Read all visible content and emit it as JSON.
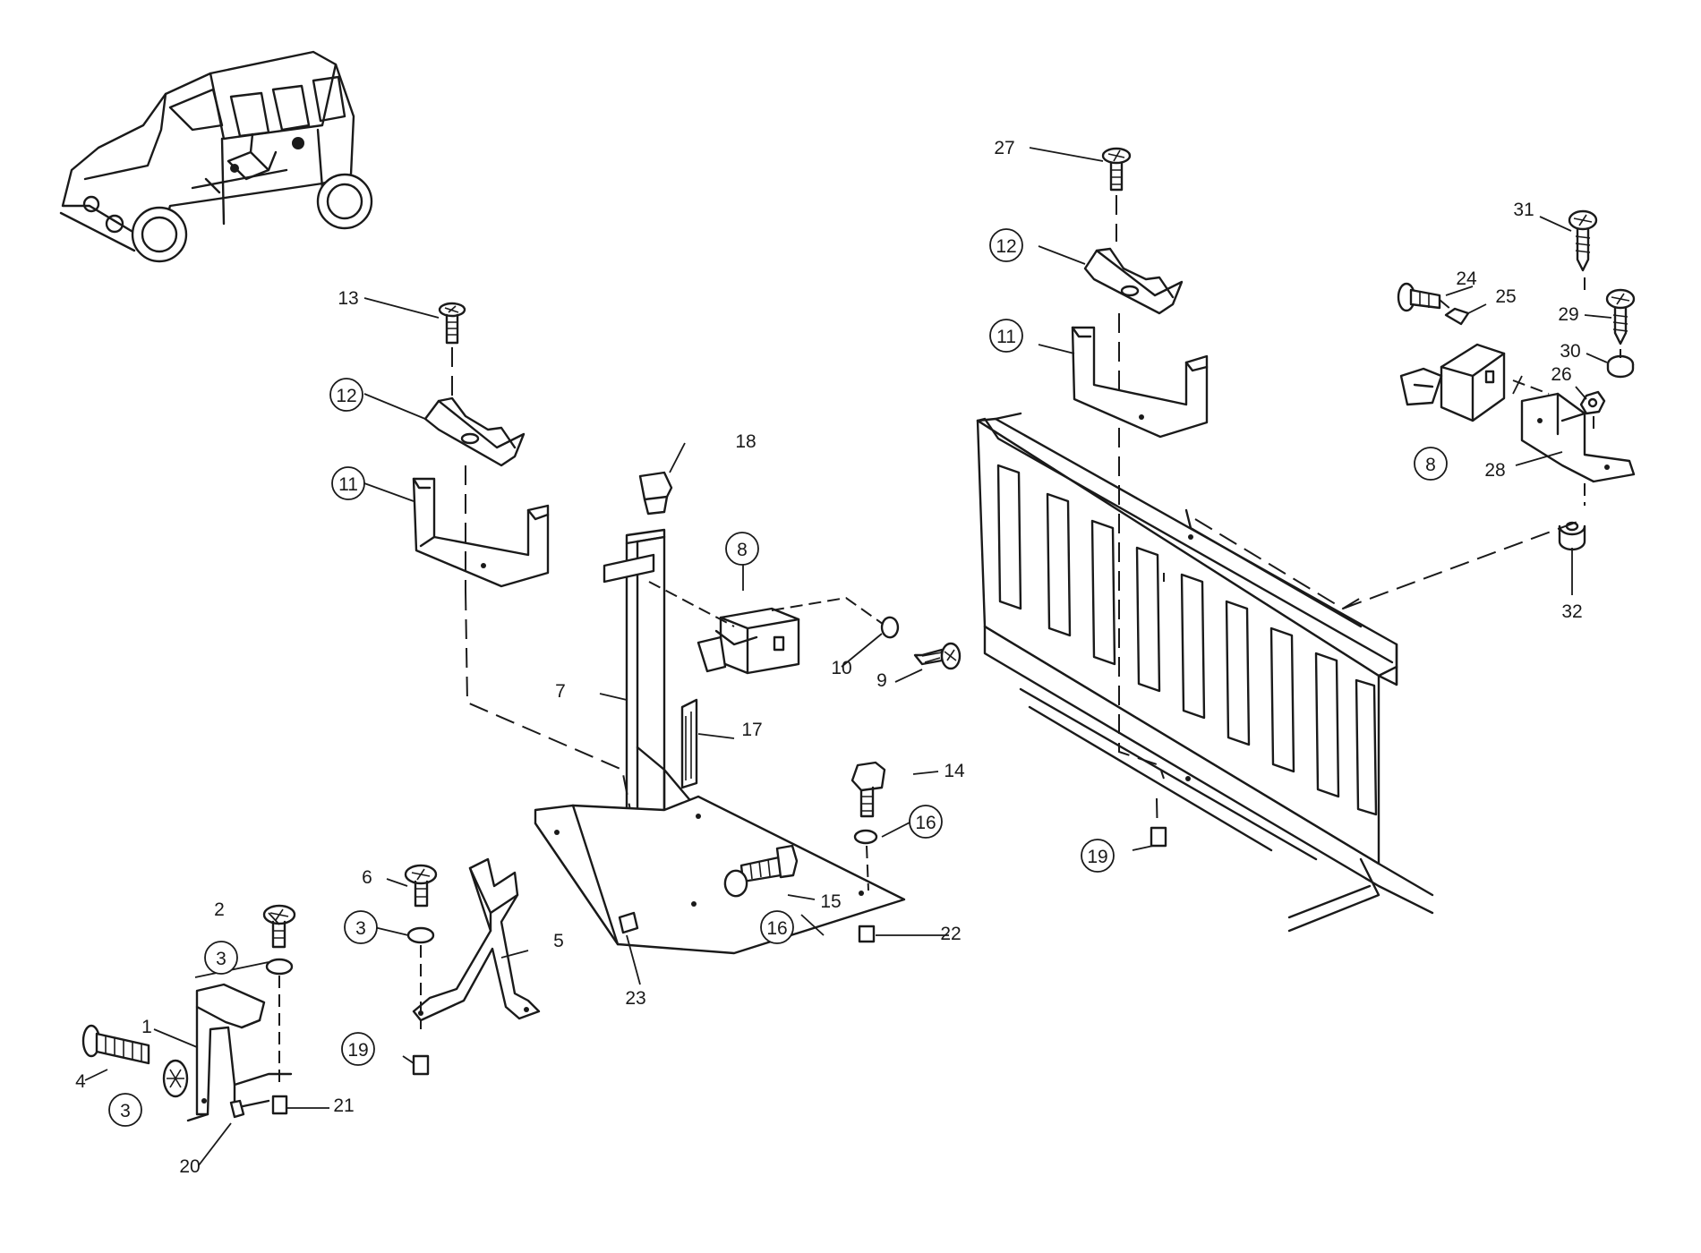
{
  "callouts": [
    {
      "id": "c1",
      "text": "1",
      "circled": false
    },
    {
      "id": "c2",
      "text": "2",
      "circled": false
    },
    {
      "id": "c3a",
      "text": "3",
      "circled": true
    },
    {
      "id": "c3b",
      "text": "3",
      "circled": true
    },
    {
      "id": "c3c",
      "text": "3",
      "circled": true
    },
    {
      "id": "c4",
      "text": "4",
      "circled": false
    },
    {
      "id": "c5",
      "text": "5",
      "circled": false
    },
    {
      "id": "c6",
      "text": "6",
      "circled": false
    },
    {
      "id": "c7",
      "text": "7",
      "circled": false
    },
    {
      "id": "c8a",
      "text": "8",
      "circled": true
    },
    {
      "id": "c8b",
      "text": "8",
      "circled": true
    },
    {
      "id": "c9",
      "text": "9",
      "circled": false
    },
    {
      "id": "c10",
      "text": "10",
      "circled": false
    },
    {
      "id": "c11a",
      "text": "11",
      "circled": true
    },
    {
      "id": "c11b",
      "text": "11",
      "circled": true
    },
    {
      "id": "c12a",
      "text": "12",
      "circled": true
    },
    {
      "id": "c12b",
      "text": "12",
      "circled": true
    },
    {
      "id": "c13",
      "text": "13",
      "circled": false
    },
    {
      "id": "c14",
      "text": "14",
      "circled": false
    },
    {
      "id": "c15",
      "text": "15",
      "circled": false
    },
    {
      "id": "c16a",
      "text": "16",
      "circled": true
    },
    {
      "id": "c16b",
      "text": "16",
      "circled": true
    },
    {
      "id": "c17",
      "text": "17",
      "circled": false
    },
    {
      "id": "c18",
      "text": "18",
      "circled": false
    },
    {
      "id": "c19a",
      "text": "19",
      "circled": true
    },
    {
      "id": "c19b",
      "text": "19",
      "circled": true
    },
    {
      "id": "c20",
      "text": "20",
      "circled": false
    },
    {
      "id": "c21",
      "text": "21",
      "circled": false
    },
    {
      "id": "c22",
      "text": "22",
      "circled": false
    },
    {
      "id": "c23",
      "text": "23",
      "circled": false
    },
    {
      "id": "c24",
      "text": "24",
      "circled": false
    },
    {
      "id": "c25",
      "text": "25",
      "circled": false
    },
    {
      "id": "c26",
      "text": "26",
      "circled": false
    },
    {
      "id": "c27",
      "text": "27",
      "circled": false
    },
    {
      "id": "c28",
      "text": "28",
      "circled": false
    },
    {
      "id": "c29",
      "text": "29",
      "circled": false
    },
    {
      "id": "c30",
      "text": "30",
      "circled": false
    },
    {
      "id": "c31",
      "text": "31",
      "circled": false
    },
    {
      "id": "c32",
      "text": "32",
      "circled": false
    }
  ]
}
